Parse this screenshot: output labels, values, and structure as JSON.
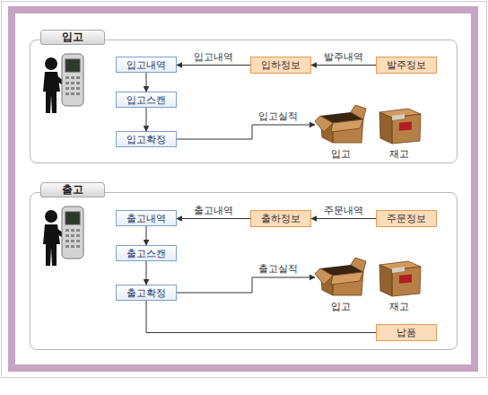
{
  "diagram": {
    "nodes": [
      {
        "text": [
          "입고"
        ]
      },
      {
        "text": [
          "입고내역"
        ],
        "in": 0
      },
      {
        "text": [
          "입하정보"
        ],
        "in": 0
      },
      {
        "text": [
          "발주정보"
        ],
        "in": 0
      },
      {
        "text": [
          "입고스캔"
        ],
        "in": 0
      },
      {
        "text": [
          "입고확정"
        ],
        "in": 0
      },
      {
        "text": [
          "입고"
        ],
        "in": 0
      },
      {
        "text": [
          "재고"
        ],
        "in": 0
      },
      {
        "text": [
          "출고"
        ]
      },
      {
        "text": [
          "출고내역"
        ],
        "in": 8
      },
      {
        "text": [
          "출하정보"
        ],
        "in": 8
      },
      {
        "text": [
          "주문정보"
        ],
        "in": 8
      },
      {
        "text": [
          "출고스캔"
        ],
        "in": 8
      },
      {
        "text": [
          "출고확정"
        ],
        "in": 8
      },
      {
        "text": [
          "입고"
        ],
        "in": 8
      },
      {
        "text": [
          "재고"
        ],
        "in": 8
      },
      {
        "text": [
          "납품"
        ],
        "in": 8
      }
    ],
    "edges": [
      {
        "from": 3,
        "to": 2,
        "label": "발주내역",
        "arrow": "to"
      },
      {
        "from": 2,
        "to": 1,
        "label": "입고내역",
        "arrow": "to"
      },
      {
        "from": 1,
        "to": 4,
        "arrow": "to"
      },
      {
        "from": 4,
        "to": 5,
        "arrow": "to"
      },
      {
        "from": 5,
        "to": 6,
        "label": "입고실적",
        "arrow": "to"
      },
      {
        "from": 11,
        "to": 10,
        "label": "주문내역",
        "arrow": "to"
      },
      {
        "from": 10,
        "to": 9,
        "label": "출고내역",
        "arrow": "to"
      },
      {
        "from": 9,
        "to": 12,
        "arrow": "to"
      },
      {
        "from": 12,
        "to": 13,
        "arrow": "to"
      },
      {
        "from": 13,
        "to": 14,
        "label": "출고실적",
        "arrow": "to"
      },
      {
        "from": 13,
        "to": 16,
        "arrow": "none"
      }
    ]
  }
}
